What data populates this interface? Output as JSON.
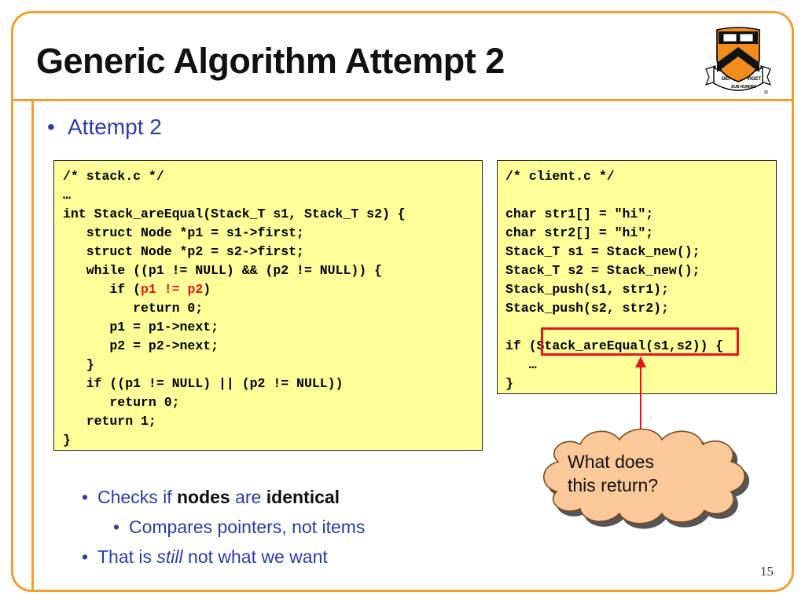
{
  "slide": {
    "title": "Generic Algorithm Attempt 2",
    "page_number": "15",
    "colors": {
      "frame": "#f0a030",
      "bullet_text": "#2b3ab0",
      "code_bg": "#ffff99",
      "highlight": "#e8141c"
    }
  },
  "logo": {
    "icon": "princeton-shield-icon",
    "motto_left": "DEI",
    "motto_center": "SUB NUMINE",
    "motto_right": "VIGET",
    "registered": "®"
  },
  "bullets": {
    "main": "Attempt 2",
    "checks_prefix": "Checks if ",
    "checks_nodes": "nodes",
    "checks_mid": " are ",
    "checks_identical": "identical",
    "compares": "Compares pointers, not items",
    "that_prefix": "That is ",
    "that_still": "still",
    "that_suffix": " not what we want"
  },
  "stack_code": {
    "l1": "/* stack.c */",
    "l2": "…",
    "l3": "int Stack_areEqual(Stack_T s1, Stack_T s2) {",
    "l4": "   struct Node *p1 = s1->first;",
    "l5": "   struct Node *p2 = s2->first;",
    "l6": "   while ((p1 != NULL) && (p2 != NULL)) {",
    "l7_pre": "      if (",
    "l7_red": "p1 != p2",
    "l7_post": ")",
    "l8": "         return 0;",
    "l9": "      p1 = p1->next;",
    "l10": "      p2 = p2->next;",
    "l11": "   }",
    "l12": "   if ((p1 != NULL) || (p2 != NULL))",
    "l13": "      return 0;",
    "l14": "   return 1;",
    "l15": "}"
  },
  "client_code": {
    "l1": "/* client.c */",
    "l2": "",
    "l3": "char str1[] = \"hi\";",
    "l4": "char str2[] = \"hi\";",
    "l5": "Stack_T s1 = Stack_new();",
    "l6": "Stack_T s2 = Stack_new();",
    "l7": "Stack_push(s1, str1);",
    "l8": "Stack_push(s2, str2);",
    "l9": "",
    "l10": "if (Stack_areEqual(s1,s2)) {",
    "l11": "   …",
    "l12": "}"
  },
  "callout": {
    "text": "What does\nthis return?"
  }
}
